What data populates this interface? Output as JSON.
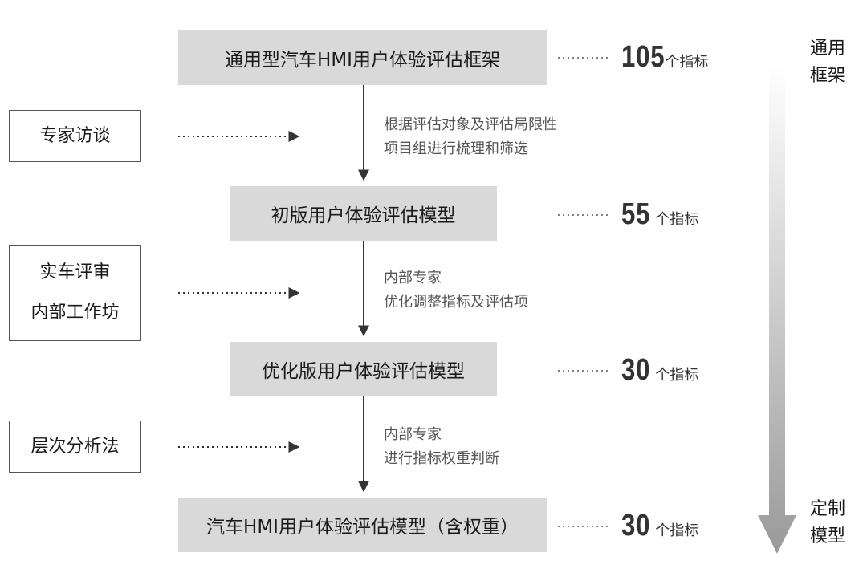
{
  "steps": [
    {
      "label": "通用型汽车HMI用户体验评估框架",
      "count": "105",
      "unit": "个指标"
    },
    {
      "label": "初版用户体验评估模型",
      "count": "55",
      "unit": "个指标"
    },
    {
      "label": "优化版用户体验评估模型",
      "count": "30",
      "unit": "个指标"
    },
    {
      "label": "汽车HMI用户体验评估模型（含权重）",
      "count": "30",
      "unit": "个指标"
    }
  ],
  "methods": [
    {
      "lines": [
        "专家访谈"
      ]
    },
    {
      "lines": [
        "实车评审",
        "内部工作坊"
      ]
    },
    {
      "lines": [
        "层次分析法"
      ]
    }
  ],
  "notes": [
    {
      "lines": [
        "根据评估对象及评估局限性",
        "项目组进行梳理和筛选"
      ]
    },
    {
      "lines": [
        "内部专家",
        "优化调整指标及评估项"
      ]
    },
    {
      "lines": [
        "内部专家",
        "进行指标权重判断"
      ]
    }
  ],
  "side": {
    "top": [
      "通用",
      "框架"
    ],
    "bottom": [
      "定制",
      "模型"
    ]
  },
  "colors": {
    "step_fill": "#d9d9d9",
    "gradient_arrow_start": "#ffffff",
    "gradient_arrow_end": "#9a9a9a"
  }
}
